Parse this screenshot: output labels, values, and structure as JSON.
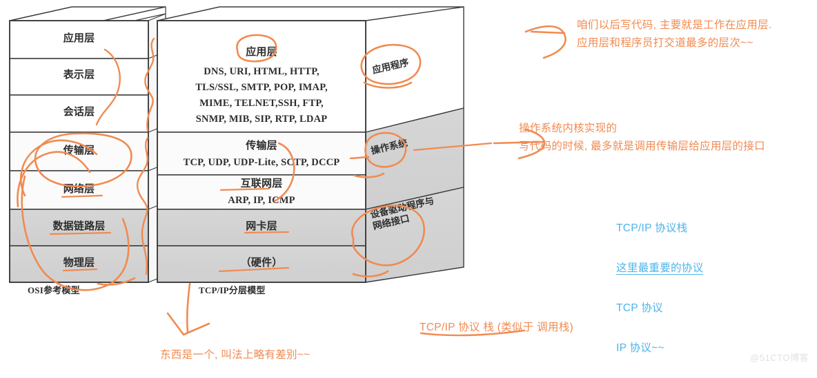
{
  "background": "#ffffff",
  "colors": {
    "ink_orange": "#f18a50",
    "ink_blue": "#4db4ec",
    "diagram_line": "#3a3a3a",
    "layer_gray": "#d0d0d0",
    "watermark": "#e2e2e2"
  },
  "osi_model": {
    "caption": "OSI参考模型",
    "layers": [
      {
        "name": "应用层",
        "shade": "white"
      },
      {
        "name": "表示层",
        "shade": "white"
      },
      {
        "name": "会话层",
        "shade": "white"
      },
      {
        "name": "传输层",
        "shade": "white"
      },
      {
        "name": "网络层",
        "shade": "white"
      },
      {
        "name": "数据链路层",
        "shade": "gray"
      },
      {
        "name": "物理层",
        "shade": "gray"
      }
    ]
  },
  "tcpip_model": {
    "caption": "TCP/IP分层模型",
    "layers": [
      {
        "name": "应用层",
        "shade": "white",
        "protocols": [
          "DNS, URI, HTML, HTTP,",
          "TLS/SSL, SMTP, POP, IMAP,",
          "MIME, TELNET,SSH, FTP,",
          "SNMP, MIB, SIP, RTP, LDAP"
        ]
      },
      {
        "name": "传输层",
        "shade": "white",
        "protocols": [
          "TCP, UDP, UDP-Lite, SCTP, DCCP"
        ]
      },
      {
        "name": "互联网层",
        "shade": "white",
        "protocols": [
          "ARP, IP, ICMP"
        ]
      },
      {
        "name": "网卡层",
        "shade": "gray",
        "protocols": []
      },
      {
        "name": "（硬件）",
        "shade": "gray",
        "protocols": []
      }
    ]
  },
  "side_panels": [
    {
      "name": "应用程序"
    },
    {
      "name": "操作系统"
    },
    {
      "name": "设备驱动程序与\n网络接口"
    }
  ],
  "annotations": {
    "app_layer_note": "咱们以后写代码, 主要就是工作在应用层.\n应用层和程序员打交道最多的层次~~",
    "os_kernel_note": "操作系统内核实现的\n写代码的时候, 最多就是调用传输层给应用层的接口",
    "bottom_note": "东西是一个, 叫法上略有差别~~",
    "stack_note": "TCP/IP 协议 栈  (类似于 调用栈)",
    "blue_block": [
      {
        "text": "TCP/IP 协议栈",
        "underline": false
      },
      {
        "text": "这里最重要的协议",
        "underline": true
      },
      {
        "text": "TCP 协议",
        "underline": false
      },
      {
        "text": "IP 协议~~",
        "underline": false
      }
    ]
  },
  "watermark": "@51CTO博客"
}
